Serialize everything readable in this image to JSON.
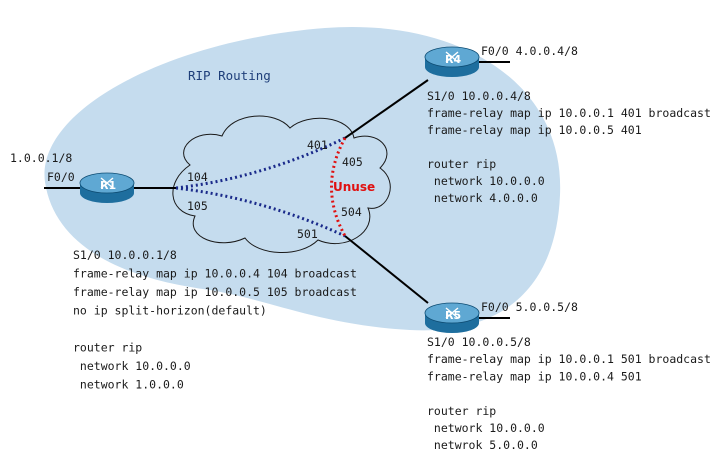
{
  "title": "RIP Routing",
  "unused_label": "Unuse",
  "colors": {
    "area_fill": "#c5dcee",
    "cloud_fill": "#c5dcee",
    "router_body": "#1e6e9e",
    "router_top": "#5fa8d3",
    "pvc_dots": "#1a2a8a",
    "unused_dots": "#e01010",
    "link_line": "#000000"
  },
  "routers": {
    "r1": {
      "name": "R1",
      "icon": "router-icon",
      "lan_ip": "1.0.0.1/8",
      "lan_if": "F0/0",
      "config": [
        "S1/0 10.0.0.1/8",
        "frame-relay map ip 10.0.0.4 104 broadcast",
        "frame-relay map ip 10.0.0.5 105 broadcast",
        "no ip split-horizon(default)",
        "",
        "router rip",
        " network 10.0.0.0",
        " network 1.0.0.0"
      ]
    },
    "r4": {
      "name": "R4",
      "icon": "router-icon",
      "lan": "F0/0 4.0.0.4/8",
      "config": [
        "S1/0 10.0.0.4/8",
        "frame-relay map ip 10.0.0.1 401 broadcast",
        "frame-relay map ip 10.0.0.5 401",
        "",
        "router rip",
        " network 10.0.0.0",
        " network 4.0.0.0"
      ]
    },
    "r5": {
      "name": "R5",
      "icon": "router-icon",
      "lan": "F0/0 5.0.0.5/8",
      "config": [
        "S1/0 10.0.0.5/8",
        "frame-relay map ip 10.0.0.1 501 broadcast",
        "frame-relay map ip 10.0.0.4 501",
        "",
        "router rip",
        " network 10.0.0.0",
        " netwrok 5.0.0.0"
      ]
    }
  },
  "dlci": {
    "d104": "104",
    "d105": "105",
    "d401": "401",
    "d405": "405",
    "d504": "504",
    "d501": "501"
  }
}
